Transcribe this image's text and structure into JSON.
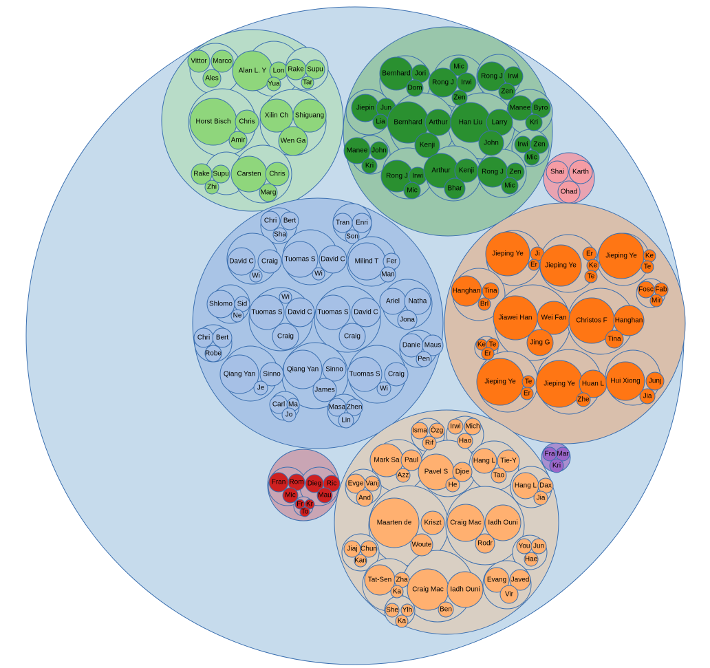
{
  "colors": {
    "root": "#c6dbec",
    "light_green": "#b8dcc8",
    "dark_green": "#99c6ab",
    "blue": "#a9c4e6",
    "orange": "#d9bfac",
    "light_orange": "#d9cfc3",
    "red": "#c9a5b4",
    "pink": "#e9a3b1",
    "purple": "#a98fcf",
    "leaf_light_green": "#8fd67c",
    "leaf_dark_green": "#2a9030",
    "leaf_blue": "#a6c0e6",
    "leaf_orange": "#ff7614",
    "leaf_light_orange": "#ffb070",
    "leaf_red": "#cf2020",
    "leaf_pink": "#f59ca4",
    "leaf_purple": "#9a66c8"
  },
  "labels": {
    "lg": [
      "Vittor",
      "Marco",
      "Ales",
      "Alan L. Y",
      "Lon",
      "Yua",
      "Rake",
      "Supu",
      "Tar",
      "Horst Bisch",
      "Chris",
      "Amir",
      "Xilin Ch",
      "Shiguang",
      "Wen Ga",
      "Rake",
      "Supu",
      "Zhi",
      "Carsten",
      "Chris",
      "Marg"
    ],
    "dg": [
      "Bernhard",
      "Jori",
      "Dom",
      "Mic",
      "Rong J",
      "Irwi",
      "Zen",
      "Rong J",
      "Irwi",
      "Zen",
      "Jiepin",
      "Jun",
      "Lia",
      "Bernhard",
      "Arthur",
      "Kenji",
      "Han Liu",
      "Larry",
      "John",
      "Manee",
      "Byro",
      "Kri",
      "Manee",
      "John",
      "Kri",
      "Irwi",
      "Zen",
      "Mic",
      "Rong J",
      "Irwi",
      "Mic",
      "Arthur",
      "Kenji",
      "Bhar",
      "Rong J",
      "Zen",
      "Mic"
    ],
    "pk": [
      "Shai",
      "Karth",
      "Ohad"
    ],
    "bl": [
      "Chri",
      "Bert",
      "Sha",
      "Tran",
      "Enri",
      "Son",
      "David C",
      "Craig",
      "Wi",
      "Tuomas S",
      "David C",
      "Wi",
      "Milind T",
      "Fer",
      "Man",
      "Shlomo",
      "Sid",
      "Ne",
      "Wi",
      "Tuomas S",
      "David C",
      "Craig",
      "Tuomas S",
      "David C",
      "Craig",
      "Ariel",
      "Natha",
      "Jona",
      "Chri",
      "Bert",
      "Robe",
      "Danie",
      "Maus",
      "Pen",
      "Qiang Yan",
      "Sinno",
      "Je",
      "Qiang Yan",
      "Sinno",
      "James",
      "Tuomas S",
      "Craig",
      "Wi",
      "Carl",
      "Ma",
      "Jo",
      "Masa",
      "Zhen",
      "Lin"
    ],
    "or": [
      "Jieping Ye",
      "Ji",
      "Er",
      "Jieping Ye",
      "Er",
      "Ke",
      "Te",
      "Jieping Ye",
      "Ke",
      "Te",
      "Hanghan",
      "Tina",
      "Brl",
      "Fosc",
      "Fab",
      "Mir",
      "Jiawei Han",
      "Wei Fan",
      "Jing G",
      "Christos F",
      "Hanghan",
      "Tina",
      "Ke",
      "Te",
      "Er",
      "Jieping Ye",
      "Te",
      "Er",
      "Jieping Ye",
      "Huan L",
      "Zhe",
      "Hui Xiong",
      "Junj",
      "Jia"
    ],
    "pu": [
      "Fra",
      "Mar",
      "Kri"
    ],
    "rd": [
      "Fran",
      "Rom",
      "Mic",
      "Dieg",
      "Ric",
      "Mau",
      "Fr",
      "Kr",
      "To"
    ],
    "lo": [
      "Isma",
      "Özg",
      "Rif",
      "Irwi",
      "Mich",
      "Hao",
      "Mark Sa",
      "Paul",
      "Azz",
      "Pavel S",
      "Djoe",
      "He",
      "Hang L",
      "Tie-Y",
      "Tao",
      "Evge",
      "Vanj",
      "And",
      "Hang L",
      "Dax",
      "Jia",
      "Maarten de",
      "Kriszt",
      "Woute",
      "Craig Mac",
      "Iadh Ouni",
      "Rodr",
      "Jiaj",
      "Chun",
      "Kan",
      "You",
      "Jun",
      "Hae",
      "Tat-Sen",
      "Zha",
      "Ka",
      "Craig Mac",
      "Iadh Ouni",
      "Ben",
      "Evang",
      "Javed",
      "Vir",
      "She",
      "Ylh",
      "Ka"
    ]
  }
}
